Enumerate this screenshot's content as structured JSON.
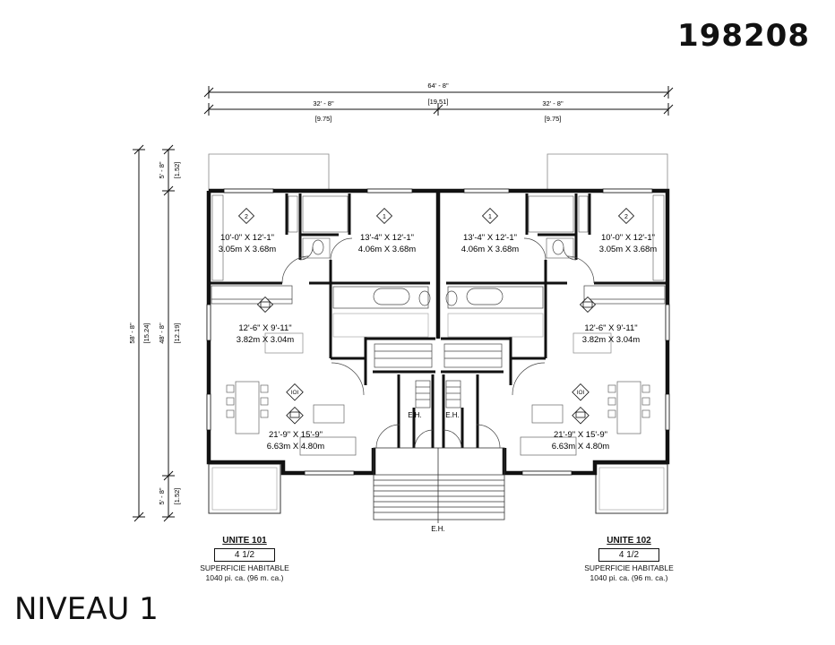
{
  "plan_number": "198208",
  "level_title": "NIVEAU 1",
  "dimensions": {
    "overall_width": "64' - 8\"",
    "overall_width_metric": "[19.51]",
    "half_width_left": "32' - 8\"",
    "half_width_left_metric": "[9.75]",
    "half_width_right": "32' - 8\"",
    "half_width_right_metric": "[9.75]",
    "overall_depth": "58' - 8\"",
    "overall_depth_metric": "[15.24]",
    "body_depth": "48' - 8\"",
    "body_depth_metric": "[12.19]",
    "balcony_top": "5' - 8\"",
    "balcony_top_metric": "[1.52]",
    "balcony_bottom": "5' - 8\"",
    "balcony_bottom_metric": "[1.52]"
  },
  "rooms": {
    "bedroom2_left": {
      "tag": "2",
      "size_imperial": "10'-0\" X 12'-1\"",
      "size_metric": "3.05m X 3.68m"
    },
    "bedroom1_left": {
      "tag": "1",
      "size_imperial": "13'-4\" X 12'-1\"",
      "size_metric": "4.06m X 3.68m"
    },
    "bedroom1_right": {
      "tag": "1",
      "size_imperial": "13'-4\" X 12'-1\"",
      "size_metric": "4.06m X 3.68m"
    },
    "bedroom2_right": {
      "tag": "2",
      "size_imperial": "10'-0\" X 12'-1\"",
      "size_metric": "3.05m X 3.68m"
    },
    "kitchen_left": {
      "size_imperial": "12'-6\" X 9'-11\"",
      "size_metric": "3.82m X 3.04m"
    },
    "kitchen_right": {
      "size_imperial": "12'-6\" X 9'-11\"",
      "size_metric": "3.82m X 3.04m"
    },
    "living_left": {
      "size_imperial": "21'-9\" X 15'-9\"",
      "size_metric": "6.63m X 4.80m"
    },
    "living_right": {
      "size_imperial": "21'-9\" X 15'-9\"",
      "size_metric": "6.63m X 4.80m"
    }
  },
  "eh_labels": {
    "left": "E.H.",
    "right": "E.H.",
    "entrance": "E.H."
  },
  "units": [
    {
      "name": "UNITE 101",
      "type": "4 1/2",
      "label": "SUPERFICIE HABITABLE",
      "area": "1040 pi. ca. (96 m. ca.)"
    },
    {
      "name": "UNITE 102",
      "type": "4 1/2",
      "label": "SUPERFICIE HABITABLE",
      "area": "1040 pi. ca. (96 m. ca.)"
    }
  ]
}
